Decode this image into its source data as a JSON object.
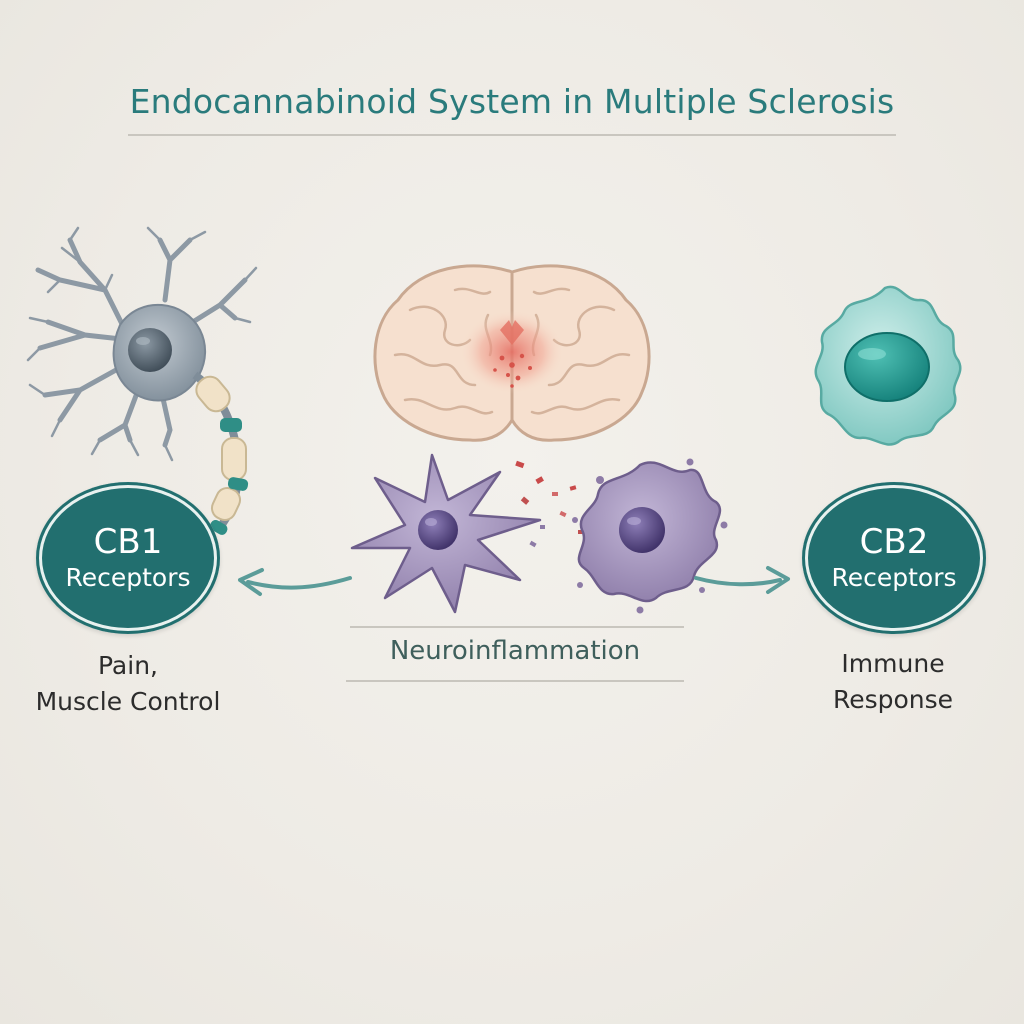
{
  "title": "Endocannabinoid System in Multiple Sclerosis",
  "center_label": "Neuroinflammation",
  "left": {
    "receptor_name": "CB1",
    "receptor_sub": "Receptors",
    "caption_line1": "Pain,",
    "caption_line2": "Muscle Control"
  },
  "right": {
    "receptor_name": "CB2",
    "receptor_sub": "Receptors",
    "caption_line1": "Immune",
    "caption_line2": "Response"
  },
  "colors": {
    "teal_dark": "#226f6f",
    "teal_title": "#2a7b7c",
    "teal_arrow": "#5b9c99",
    "neuron_gray": "#8a97a3",
    "myelin_cream": "#f1e2c8",
    "brain_fill": "#f6e0cf",
    "lesion_red": "#e07a6e",
    "microglia_purple": "#8d7ba6",
    "immune_cell_teal": "#7cc6bf",
    "background": "#efece6"
  },
  "icons": [
    "neuron-icon",
    "brain-icon",
    "microglia-icon",
    "activated-microglia-icon",
    "immune-cell-icon",
    "arrow-left-icon",
    "arrow-right-icon"
  ]
}
